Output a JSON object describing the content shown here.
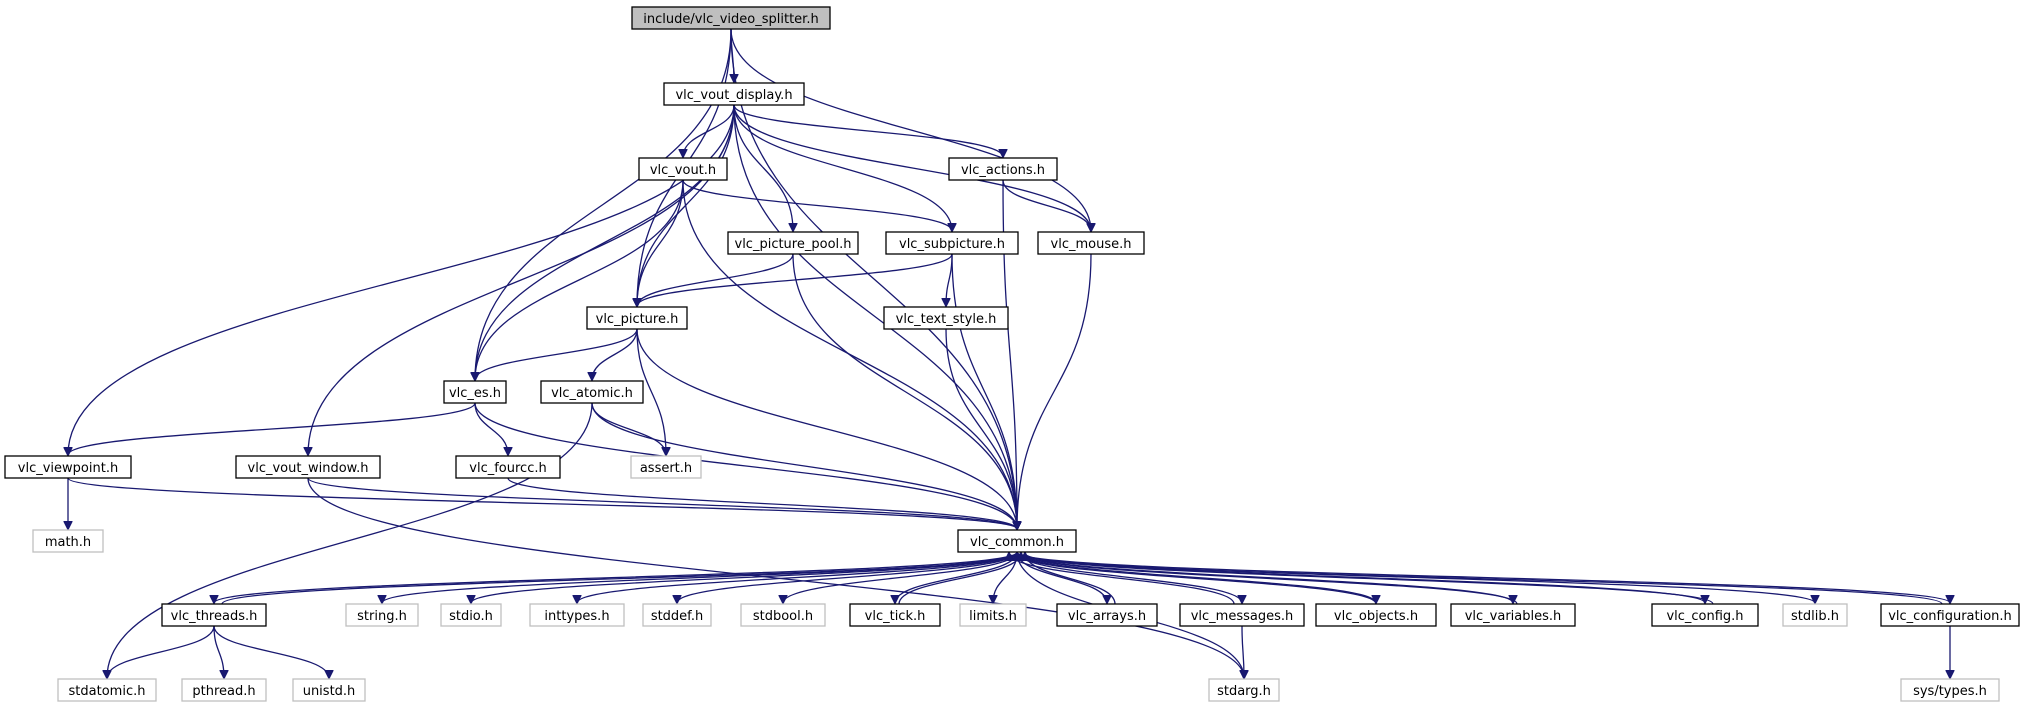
{
  "diagram": {
    "type": "include-dependency-graph",
    "colors": {
      "edge": "#191970",
      "root_fill": "#bfbfbf",
      "box_border": "#000000",
      "system_border": "#bfbfbf"
    },
    "nodes": [
      {
        "id": "root",
        "label": "include/vlc_video_splitter.h",
        "kind": "root"
      },
      {
        "id": "vout_display",
        "label": "vlc_vout_display.h",
        "kind": "local"
      },
      {
        "id": "vout",
        "label": "vlc_vout.h",
        "kind": "local"
      },
      {
        "id": "actions",
        "label": "vlc_actions.h",
        "kind": "local"
      },
      {
        "id": "picture_pool",
        "label": "vlc_picture_pool.h",
        "kind": "local"
      },
      {
        "id": "subpicture",
        "label": "vlc_subpicture.h",
        "kind": "local"
      },
      {
        "id": "mouse",
        "label": "vlc_mouse.h",
        "kind": "local"
      },
      {
        "id": "text_style",
        "label": "vlc_text_style.h",
        "kind": "local"
      },
      {
        "id": "picture",
        "label": "vlc_picture.h",
        "kind": "local"
      },
      {
        "id": "es",
        "label": "vlc_es.h",
        "kind": "local"
      },
      {
        "id": "atomic",
        "label": "vlc_atomic.h",
        "kind": "local"
      },
      {
        "id": "viewpoint",
        "label": "vlc_viewpoint.h",
        "kind": "local"
      },
      {
        "id": "vout_window",
        "label": "vlc_vout_window.h",
        "kind": "local"
      },
      {
        "id": "fourcc",
        "label": "vlc_fourcc.h",
        "kind": "local"
      },
      {
        "id": "assert",
        "label": "assert.h",
        "kind": "system"
      },
      {
        "id": "math",
        "label": "math.h",
        "kind": "system"
      },
      {
        "id": "common",
        "label": "vlc_common.h",
        "kind": "local"
      },
      {
        "id": "threads",
        "label": "vlc_threads.h",
        "kind": "local"
      },
      {
        "id": "string",
        "label": "string.h",
        "kind": "system"
      },
      {
        "id": "stdio",
        "label": "stdio.h",
        "kind": "system"
      },
      {
        "id": "inttypes",
        "label": "inttypes.h",
        "kind": "system"
      },
      {
        "id": "stddef",
        "label": "stddef.h",
        "kind": "system"
      },
      {
        "id": "stdbool",
        "label": "stdbool.h",
        "kind": "system"
      },
      {
        "id": "tick",
        "label": "vlc_tick.h",
        "kind": "local"
      },
      {
        "id": "limits",
        "label": "limits.h",
        "kind": "system"
      },
      {
        "id": "arrays",
        "label": "vlc_arrays.h",
        "kind": "local"
      },
      {
        "id": "messages",
        "label": "vlc_messages.h",
        "kind": "local"
      },
      {
        "id": "objects",
        "label": "vlc_objects.h",
        "kind": "local"
      },
      {
        "id": "variables",
        "label": "vlc_variables.h",
        "kind": "local"
      },
      {
        "id": "config",
        "label": "vlc_config.h",
        "kind": "local"
      },
      {
        "id": "stdlib",
        "label": "stdlib.h",
        "kind": "system"
      },
      {
        "id": "configuration",
        "label": "vlc_configuration.h",
        "kind": "local"
      },
      {
        "id": "stdatomic",
        "label": "stdatomic.h",
        "kind": "system"
      },
      {
        "id": "pthread",
        "label": "pthread.h",
        "kind": "system"
      },
      {
        "id": "unistd",
        "label": "unistd.h",
        "kind": "system"
      },
      {
        "id": "stdarg",
        "label": "stdarg.h",
        "kind": "system"
      },
      {
        "id": "systypes",
        "label": "sys/types.h",
        "kind": "system"
      }
    ],
    "edges": [
      [
        "root",
        "vout_display"
      ],
      [
        "root",
        "picture"
      ],
      [
        "root",
        "es"
      ],
      [
        "root",
        "mouse"
      ],
      [
        "root",
        "common"
      ],
      [
        "vout_display",
        "vout"
      ],
      [
        "vout_display",
        "actions"
      ],
      [
        "vout_display",
        "picture_pool"
      ],
      [
        "vout_display",
        "subpicture"
      ],
      [
        "vout_display",
        "mouse"
      ],
      [
        "vout_display",
        "picture"
      ],
      [
        "vout_display",
        "es"
      ],
      [
        "vout_display",
        "viewpoint"
      ],
      [
        "vout_display",
        "vout_window"
      ],
      [
        "vout_display",
        "common"
      ],
      [
        "vout",
        "subpicture"
      ],
      [
        "vout",
        "picture"
      ],
      [
        "vout",
        "es"
      ],
      [
        "vout",
        "common"
      ],
      [
        "actions",
        "mouse"
      ],
      [
        "actions",
        "common"
      ],
      [
        "picture_pool",
        "picture"
      ],
      [
        "picture_pool",
        "common"
      ],
      [
        "subpicture",
        "text_style"
      ],
      [
        "subpicture",
        "picture"
      ],
      [
        "subpicture",
        "common"
      ],
      [
        "mouse",
        "common"
      ],
      [
        "text_style",
        "common"
      ],
      [
        "picture",
        "es"
      ],
      [
        "picture",
        "atomic"
      ],
      [
        "picture",
        "assert"
      ],
      [
        "picture",
        "common"
      ],
      [
        "es",
        "fourcc"
      ],
      [
        "es",
        "viewpoint"
      ],
      [
        "es",
        "common"
      ],
      [
        "atomic",
        "assert"
      ],
      [
        "atomic",
        "stdatomic"
      ],
      [
        "atomic",
        "common"
      ],
      [
        "viewpoint",
        "math"
      ],
      [
        "viewpoint",
        "common"
      ],
      [
        "vout_window",
        "common"
      ],
      [
        "vout_window",
        "stdarg"
      ],
      [
        "fourcc",
        "common"
      ],
      [
        "common",
        "threads"
      ],
      [
        "common",
        "string"
      ],
      [
        "common",
        "stdio"
      ],
      [
        "common",
        "inttypes"
      ],
      [
        "common",
        "stddef"
      ],
      [
        "common",
        "stdbool"
      ],
      [
        "common",
        "tick"
      ],
      [
        "common",
        "limits"
      ],
      [
        "common",
        "arrays"
      ],
      [
        "common",
        "messages"
      ],
      [
        "common",
        "objects"
      ],
      [
        "common",
        "variables"
      ],
      [
        "common",
        "config"
      ],
      [
        "common",
        "stdlib"
      ],
      [
        "common",
        "configuration"
      ],
      [
        "common",
        "stdarg"
      ],
      [
        "threads",
        "common"
      ],
      [
        "threads",
        "stdatomic"
      ],
      [
        "threads",
        "pthread"
      ],
      [
        "threads",
        "unistd"
      ],
      [
        "tick",
        "common"
      ],
      [
        "arrays",
        "common"
      ],
      [
        "messages",
        "common"
      ],
      [
        "messages",
        "stdarg"
      ],
      [
        "objects",
        "common"
      ],
      [
        "variables",
        "common"
      ],
      [
        "config",
        "common"
      ],
      [
        "configuration",
        "common"
      ],
      [
        "configuration",
        "systypes"
      ]
    ]
  }
}
